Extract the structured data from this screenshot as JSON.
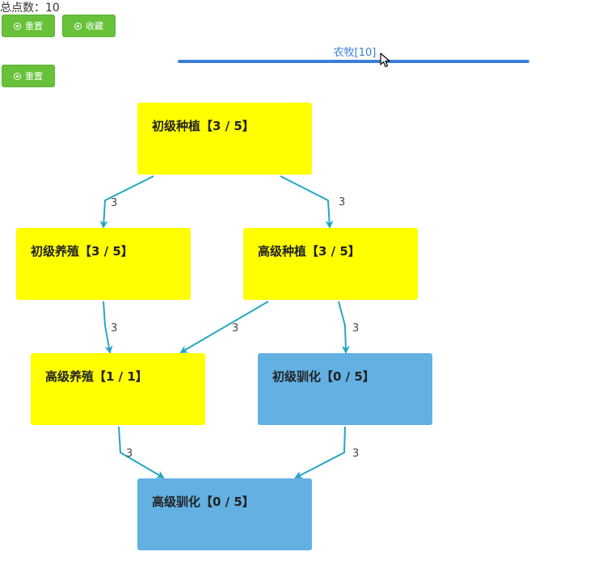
{
  "header": {
    "total_points_label": "总点数：10"
  },
  "toolbar": {
    "reset_label": "重置",
    "favorite_label": "收藏",
    "reset2_label": "重置"
  },
  "tab": {
    "label": "农牧[10]"
  },
  "colors": {
    "button_green": "#67c23a",
    "tab_blue": "#3b7ed9",
    "node_yellow": "#ffff00",
    "node_blue": "#63b1e3",
    "edge_teal": "#26a5c4"
  },
  "nodes": {
    "n1": {
      "label": "初级种植【3 / 5】"
    },
    "n2": {
      "label": "初级养殖【3 / 5】"
    },
    "n3": {
      "label": "高级种植【3 / 5】"
    },
    "n4": {
      "label": "高级养殖【1 / 1】"
    },
    "n5": {
      "label": "初级驯化【0 / 5】"
    },
    "n6": {
      "label": "高级驯化【0 / 5】"
    }
  },
  "edges": {
    "e1": {
      "from": "初级种植",
      "to": "初级养殖",
      "label": "3"
    },
    "e2": {
      "from": "初级种植",
      "to": "高级种植",
      "label": "3"
    },
    "e3": {
      "from": "初级养殖",
      "to": "高级养殖",
      "label": "3"
    },
    "e4": {
      "from": "高级种植",
      "to": "高级养殖",
      "label": "3"
    },
    "e5": {
      "from": "高级种植",
      "to": "初级驯化",
      "label": "3"
    },
    "e6": {
      "from": "高级养殖",
      "to": "高级驯化",
      "label": "3"
    },
    "e7": {
      "from": "初级驯化",
      "to": "高级驯化",
      "label": "3"
    }
  }
}
